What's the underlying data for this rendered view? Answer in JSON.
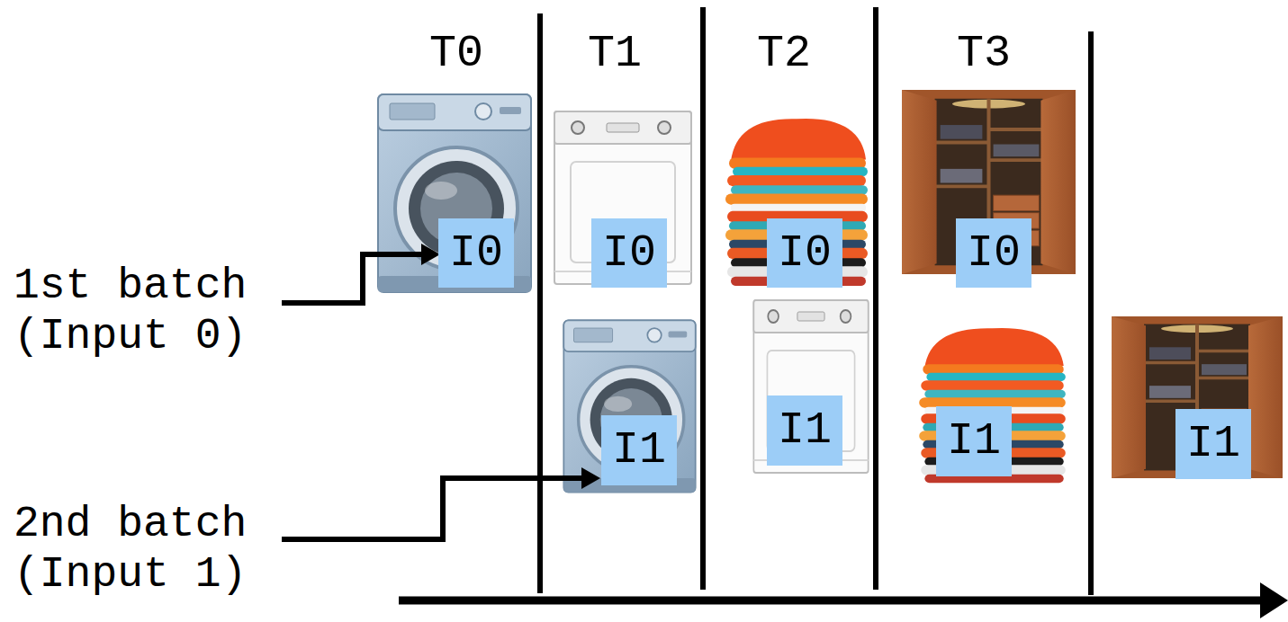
{
  "diagram": {
    "nodes": [
      {
        "text": [
          "I0"
        ]
      },
      {
        "text": [
          "I0"
        ]
      },
      {
        "text": [
          "I0"
        ]
      },
      {
        "text": [
          "I0"
        ]
      },
      {
        "text": [
          "I1"
        ]
      },
      {
        "text": [
          "I1"
        ]
      },
      {
        "text": [
          "I1"
        ]
      },
      {
        "text": [
          "I1"
        ]
      }
    ],
    "labels": [
      "T0",
      "T1",
      "T2",
      "T3",
      "1st batch (Input 0)",
      "2nd batch (Input 1)"
    ]
  }
}
